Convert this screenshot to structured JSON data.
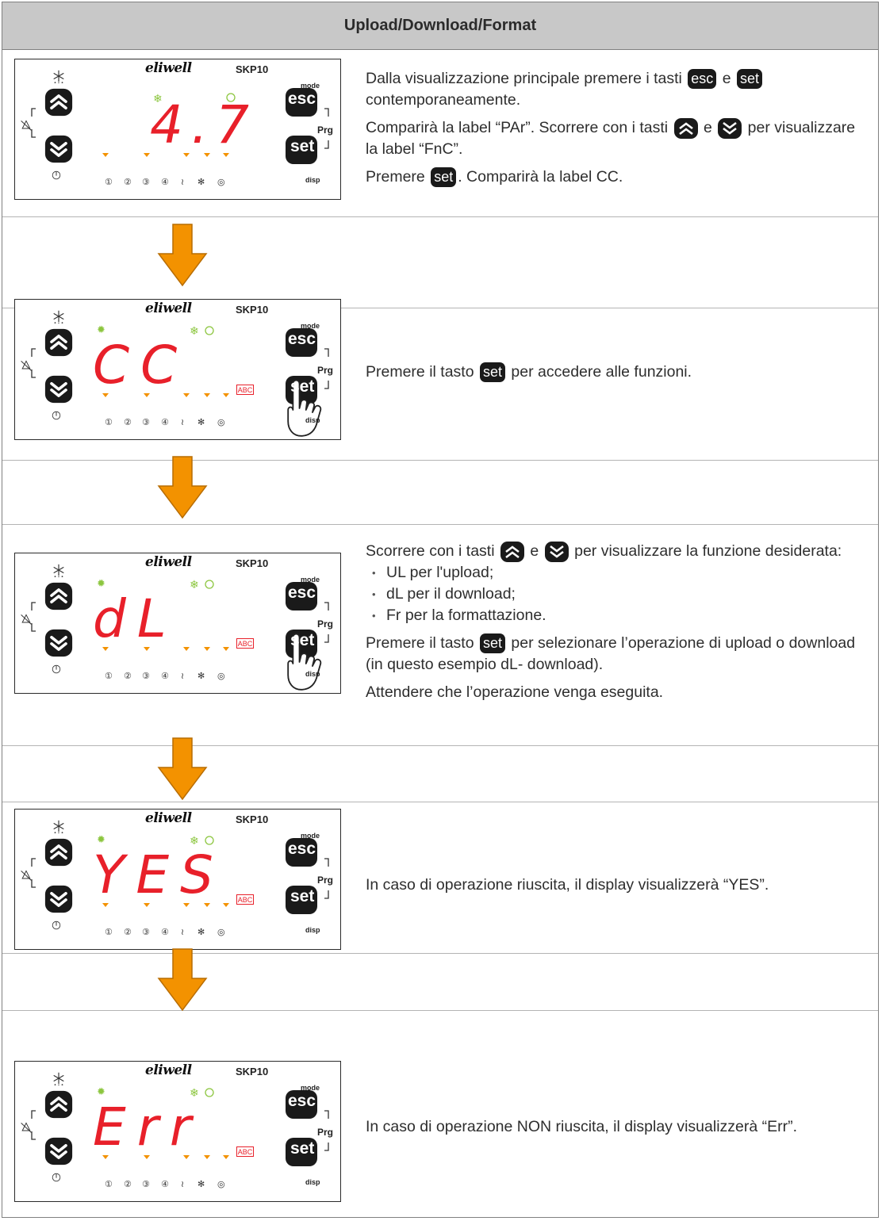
{
  "header": {
    "title": "Upload/Download/Format"
  },
  "device": {
    "brand": "eliwell",
    "model": "SKP10",
    "key_esc": "esc",
    "key_set": "set",
    "label_mode": "mode",
    "label_prg": "Prg",
    "label_disp": "disp",
    "abc_label": "ABC"
  },
  "colors": {
    "accent_arrow": "#f39200",
    "display_red": "#e8202a",
    "led_green": "#8cc63f",
    "led_orange": "#f39200"
  },
  "steps": [
    {
      "display": "4.7",
      "text": {
        "p1_before": "Dalla visualizzazione principale premere i tasti",
        "p1_key1": "esc",
        "p1_mid": "e",
        "p1_key2": "set",
        "p1_after": "contemporaneamente.",
        "p2_before": "Comparirà la label “PAr”. Scorrere con i tasti",
        "p2_mid": "e",
        "p2_after": "per visualizzare la label “FnC”.",
        "p3_before": "Premere",
        "p3_key": "set",
        "p3_after": ". Comparirà la label CC."
      }
    },
    {
      "display": "CC",
      "text": {
        "p1_before": "Premere il tasto",
        "p1_key": "set",
        "p1_after": "per accedere alle funzioni."
      }
    },
    {
      "display": "dL",
      "text": {
        "p1_before": "Scorrere con i tasti",
        "p1_mid": "e",
        "p1_after": "per visualizzare la funzione desiderata:",
        "bullets": [
          "UL per l'upload;",
          "dL per il download;",
          "Fr per la formattazione."
        ],
        "p2_before": "Premere il tasto",
        "p2_key": "set",
        "p2_after": "per selezionare l’operazione di upload o download (in questo esempio dL- download).",
        "p3": "Attendere che l’operazione venga eseguita."
      }
    },
    {
      "display": "YES",
      "text": {
        "p1": "In caso di operazione riuscita, il display visualizzerà “YES”."
      }
    },
    {
      "display": "Err",
      "text": {
        "p1": "In caso di operazione NON riuscita, il display visualizzerà “Err”."
      }
    }
  ]
}
